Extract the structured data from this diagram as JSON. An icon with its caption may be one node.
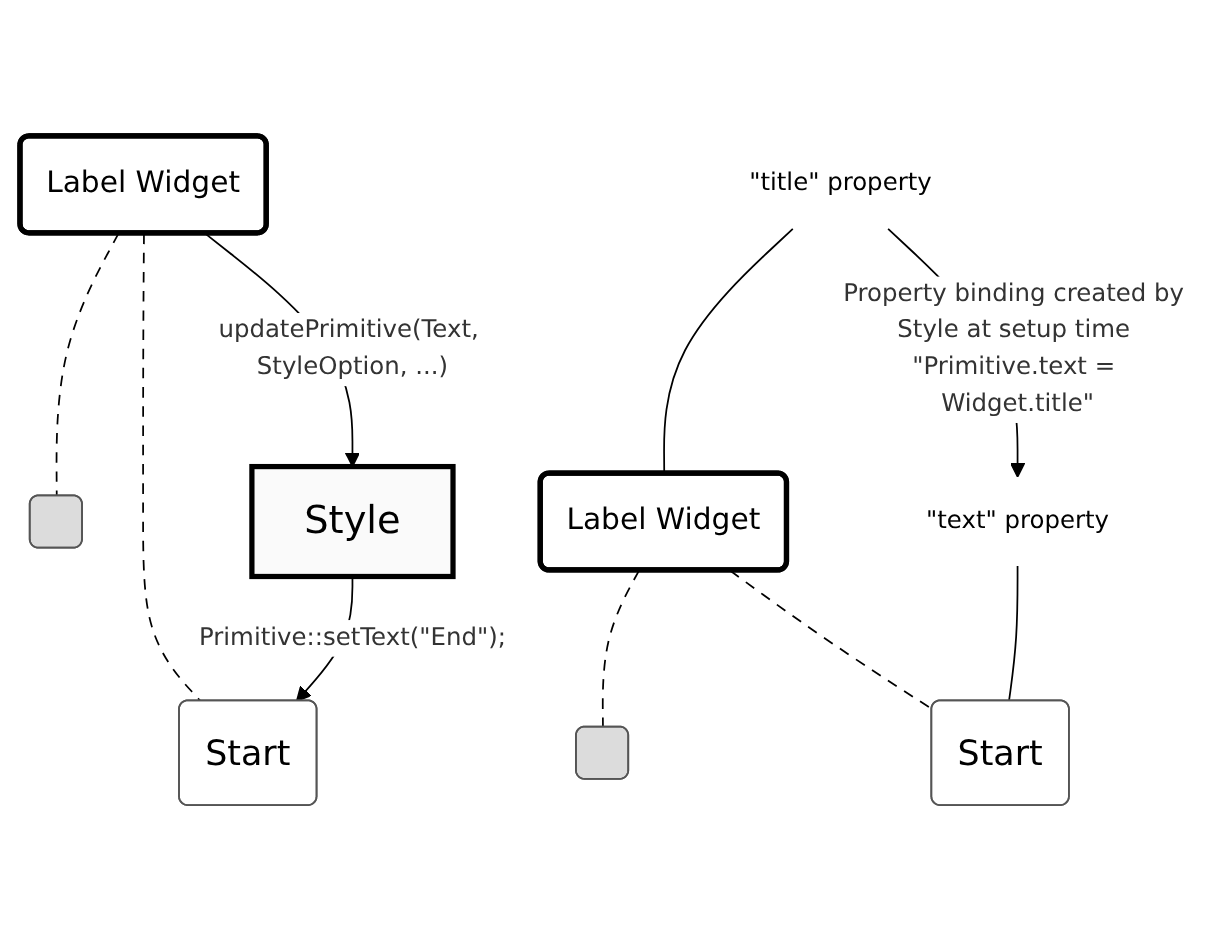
{
  "diagram": {
    "nodes": [
      {
        "text": [
          "Label Widget"
        ]
      },
      {
        "text": [],
        "shape": "box"
      },
      {
        "text": [
          "Start"
        ]
      },
      {
        "text": [
          "Style"
        ]
      },
      {
        "text": [
          "Label Widget"
        ]
      },
      {
        "text": [],
        "shape": "box"
      },
      {
        "text": [
          "Start"
        ]
      },
      {
        "text": [
          "\"title\" property"
        ]
      },
      {
        "text": [
          "\"text\" property"
        ]
      }
    ],
    "edges": [
      {
        "from": 0,
        "to": 1,
        "arrow": "none",
        "style": "dashed"
      },
      {
        "from": 0,
        "to": 2,
        "arrow": "none",
        "style": "dashed"
      },
      {
        "from": 0,
        "to": 3,
        "arrow": "to",
        "label": "updatePrimitive(Text, StyleOption, ...)"
      },
      {
        "from": 3,
        "to": 2,
        "arrow": "to",
        "label": "Primitive::setText(\"End\");"
      },
      {
        "from": 4,
        "to": 5,
        "arrow": "none",
        "style": "dashed"
      },
      {
        "from": 4,
        "to": 6,
        "arrow": "none",
        "style": "dashed"
      },
      {
        "from": 7,
        "to": 4,
        "arrow": "none"
      },
      {
        "from": 8,
        "to": 6,
        "arrow": "none"
      },
      {
        "from": 7,
        "to": 8,
        "arrow": "to",
        "label": "Property binding created by Style at setup time \"Primitive.text = Widget.title\""
      }
    ]
  }
}
